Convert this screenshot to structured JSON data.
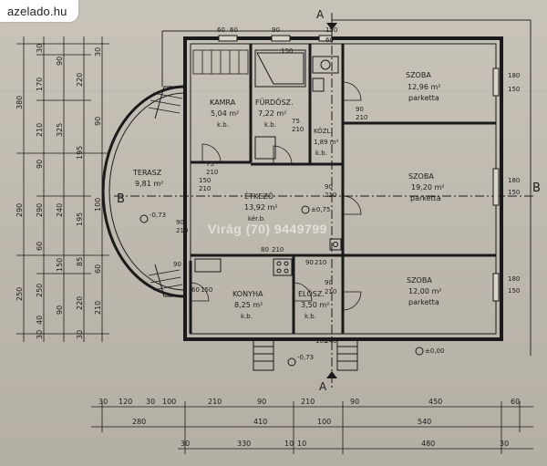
{
  "site_badge": "azelado.hu",
  "watermark": "Virág (70) 9449799",
  "section_marks": {
    "a_top": "A",
    "a_bottom": "A",
    "b_left": "B",
    "b_right": "B"
  },
  "rooms": {
    "kamra": {
      "name": "KAMRA",
      "area": "5,04 m²",
      "floor": "k.b."
    },
    "furdoszoba": {
      "name": "FÜRDŐSZ.",
      "area": "7,22 m²",
      "floor": "k.b."
    },
    "kozl": {
      "name": "KÖZL.",
      "area": "1,89 m²",
      "floor": "k.b."
    },
    "szoba1": {
      "name": "SZOBA",
      "area": "12,96 m²",
      "floor": "parketta"
    },
    "terasz": {
      "name": "TERASZ",
      "area": "9,81 m²"
    },
    "etkezo": {
      "name": "ÉTKEZŐ",
      "area": "13,92 m²",
      "floor": "kér.b."
    },
    "szoba2": {
      "name": "SZOBA",
      "area": "19,20 m²",
      "floor": "parketta"
    },
    "konyha": {
      "name": "KONYHA",
      "area": "8,25 m²",
      "floor": "k.b."
    },
    "eloszoba": {
      "name": "ELŐSZ.",
      "area": "3,50 m²",
      "floor": "k.b."
    },
    "szoba3": {
      "name": "SZOBA",
      "area": "12,00 m²",
      "floor": "parketta"
    }
  },
  "levels": {
    "terasz": "-0,73",
    "etkezo": "±0,75",
    "entrance": "-0,73",
    "outside": "±0,00"
  },
  "left_dims": {
    "col1": [
      "380",
      "290",
      "250"
    ],
    "col2": [
      "30",
      "170",
      "210",
      "90",
      "290",
      "60",
      "250",
      "40",
      "30"
    ],
    "col3": [
      "90",
      "325",
      "240",
      "150",
      "90"
    ],
    "col4": [
      "220",
      "195",
      "195",
      "85",
      "220",
      "30"
    ],
    "col5": [
      "30",
      "90",
      "100",
      "60",
      "210"
    ]
  },
  "bottom_dims": {
    "row1": [
      "30",
      "120",
      "30",
      "100",
      "210",
      "90",
      "210",
      "90",
      "450",
      "60"
    ],
    "row2": [
      "280",
      "410",
      "100",
      "540"
    ],
    "row3": [
      "30",
      "330",
      "10",
      "10",
      "480",
      "30"
    ]
  },
  "door_labels": [
    "90",
    "210",
    "90",
    "210",
    "75",
    "210",
    "150",
    "210",
    "90",
    "210",
    "80",
    "210",
    "90",
    "210",
    "90",
    "210",
    "100",
    "240",
    "90",
    "150",
    "180",
    "150",
    "180",
    "150",
    "180",
    "150",
    "60",
    "60",
    "75",
    "210",
    "60",
    "150",
    "90",
    "150",
    "60"
  ]
}
